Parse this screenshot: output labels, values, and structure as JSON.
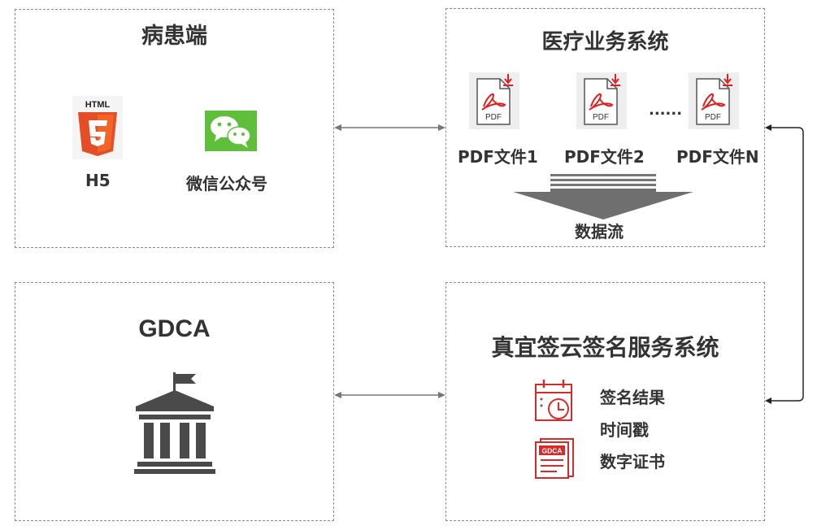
{
  "patient_panel": {
    "title": "病患端",
    "items": [
      {
        "label": "H5",
        "icon": "html5-icon",
        "icon_text": "HTML"
      },
      {
        "label": "微信公众号",
        "icon": "wechat-icon"
      }
    ]
  },
  "medical_panel": {
    "title": "医疗业务系统",
    "files": [
      {
        "label": "PDF文件1",
        "icon": "pdf-file-icon",
        "icon_text": "PDF"
      },
      {
        "label": "PDF文件2",
        "icon": "pdf-file-icon",
        "icon_text": "PDF"
      },
      {
        "label": "PDF文件N",
        "icon": "pdf-file-icon",
        "icon_text": "PDF"
      }
    ],
    "ellipsis": "......",
    "flow_label": "数据流"
  },
  "gdca_panel": {
    "title": "GDCA",
    "icon": "government-building-icon"
  },
  "signing_panel": {
    "title": "真宜签云签名服务系统",
    "outputs": [
      {
        "label": "签名结果"
      },
      {
        "label": "时间戳",
        "icon": "calendar-clock-icon"
      },
      {
        "label": "数字证书",
        "icon": "certificate-icon",
        "icon_text": "GDCA"
      }
    ]
  },
  "colors": {
    "border": "#8c8c8c",
    "text": "#333333",
    "html5_orange": "#e44d26",
    "wechat_green": "#5fbf3b",
    "pdf_red": "#e02020",
    "icon_red": "#d62b2b",
    "building_gray": "#4a4a4a",
    "arrow_gray": "#777777"
  }
}
